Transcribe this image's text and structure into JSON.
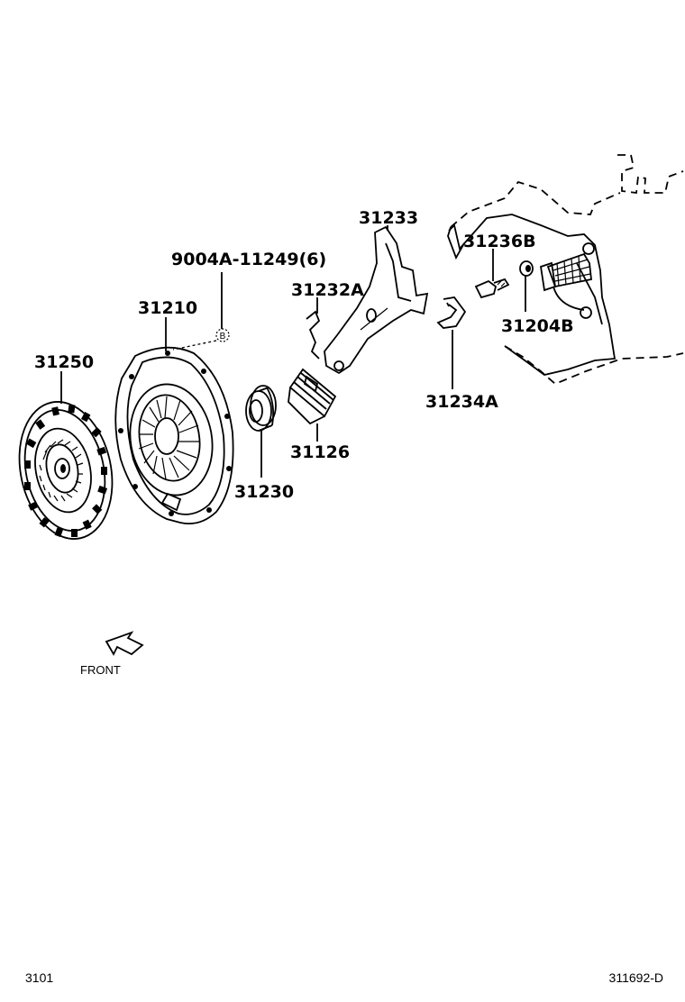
{
  "parts": {
    "p31250": "31250",
    "p31210": "31210",
    "p9004a": "9004A-11249(6)",
    "p31230": "31230",
    "p31126": "31126",
    "p31232a": "31232A",
    "p31233": "31233",
    "p31236b": "31236B",
    "p31204b": "31204B",
    "p31234a": "31234A"
  },
  "marker": {
    "b": "B"
  },
  "front": {
    "label": "FRONT"
  },
  "footer": {
    "left": "3101",
    "right": "311692-D"
  }
}
